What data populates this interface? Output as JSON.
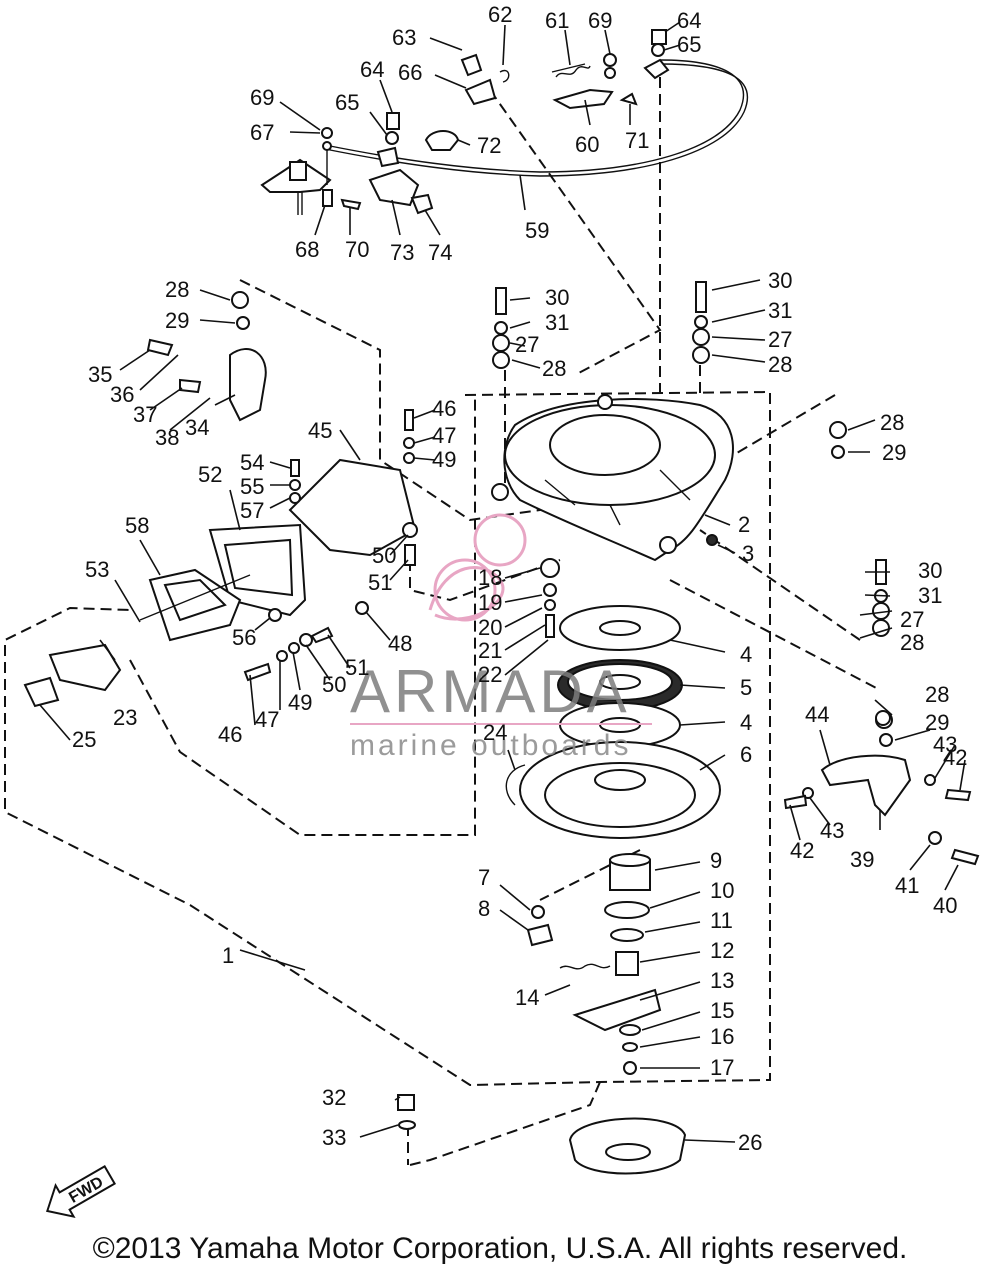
{
  "diagram": {
    "parts": [
      {
        "num": "1"
      },
      {
        "num": "2"
      },
      {
        "num": "3"
      },
      {
        "num": "4"
      },
      {
        "num": "5"
      },
      {
        "num": "6"
      },
      {
        "num": "7"
      },
      {
        "num": "8"
      },
      {
        "num": "9"
      },
      {
        "num": "10"
      },
      {
        "num": "11"
      },
      {
        "num": "12"
      },
      {
        "num": "13"
      },
      {
        "num": "14"
      },
      {
        "num": "15"
      },
      {
        "num": "16"
      },
      {
        "num": "17"
      },
      {
        "num": "18"
      },
      {
        "num": "19"
      },
      {
        "num": "20"
      },
      {
        "num": "21"
      },
      {
        "num": "22"
      },
      {
        "num": "23"
      },
      {
        "num": "24"
      },
      {
        "num": "25"
      },
      {
        "num": "26"
      },
      {
        "num": "27"
      },
      {
        "num": "28"
      },
      {
        "num": "29"
      },
      {
        "num": "30"
      },
      {
        "num": "31"
      },
      {
        "num": "32"
      },
      {
        "num": "33"
      },
      {
        "num": "34"
      },
      {
        "num": "35"
      },
      {
        "num": "36"
      },
      {
        "num": "37"
      },
      {
        "num": "38"
      },
      {
        "num": "39"
      },
      {
        "num": "40"
      },
      {
        "num": "41"
      },
      {
        "num": "42"
      },
      {
        "num": "43"
      },
      {
        "num": "44"
      },
      {
        "num": "45"
      },
      {
        "num": "46"
      },
      {
        "num": "47"
      },
      {
        "num": "48"
      },
      {
        "num": "49"
      },
      {
        "num": "50"
      },
      {
        "num": "51"
      },
      {
        "num": "52"
      },
      {
        "num": "53"
      },
      {
        "num": "54"
      },
      {
        "num": "55"
      },
      {
        "num": "56"
      },
      {
        "num": "57"
      },
      {
        "num": "58"
      },
      {
        "num": "59"
      },
      {
        "num": "60"
      },
      {
        "num": "61"
      },
      {
        "num": "62"
      },
      {
        "num": "63"
      },
      {
        "num": "64"
      },
      {
        "num": "65"
      },
      {
        "num": "66"
      },
      {
        "num": "67"
      },
      {
        "num": "68"
      },
      {
        "num": "69"
      },
      {
        "num": "70"
      },
      {
        "num": "71"
      },
      {
        "num": "72"
      },
      {
        "num": "73"
      },
      {
        "num": "74"
      }
    ],
    "fwd_label": "FWD"
  },
  "watermark": {
    "brand": "ARMADA",
    "subtitle": "marine outboards",
    "logo_color": "#e8a6c4"
  },
  "footer": {
    "copyright": "©2013 Yamaha Motor Corporation, U.S.A. All rights reserved."
  }
}
